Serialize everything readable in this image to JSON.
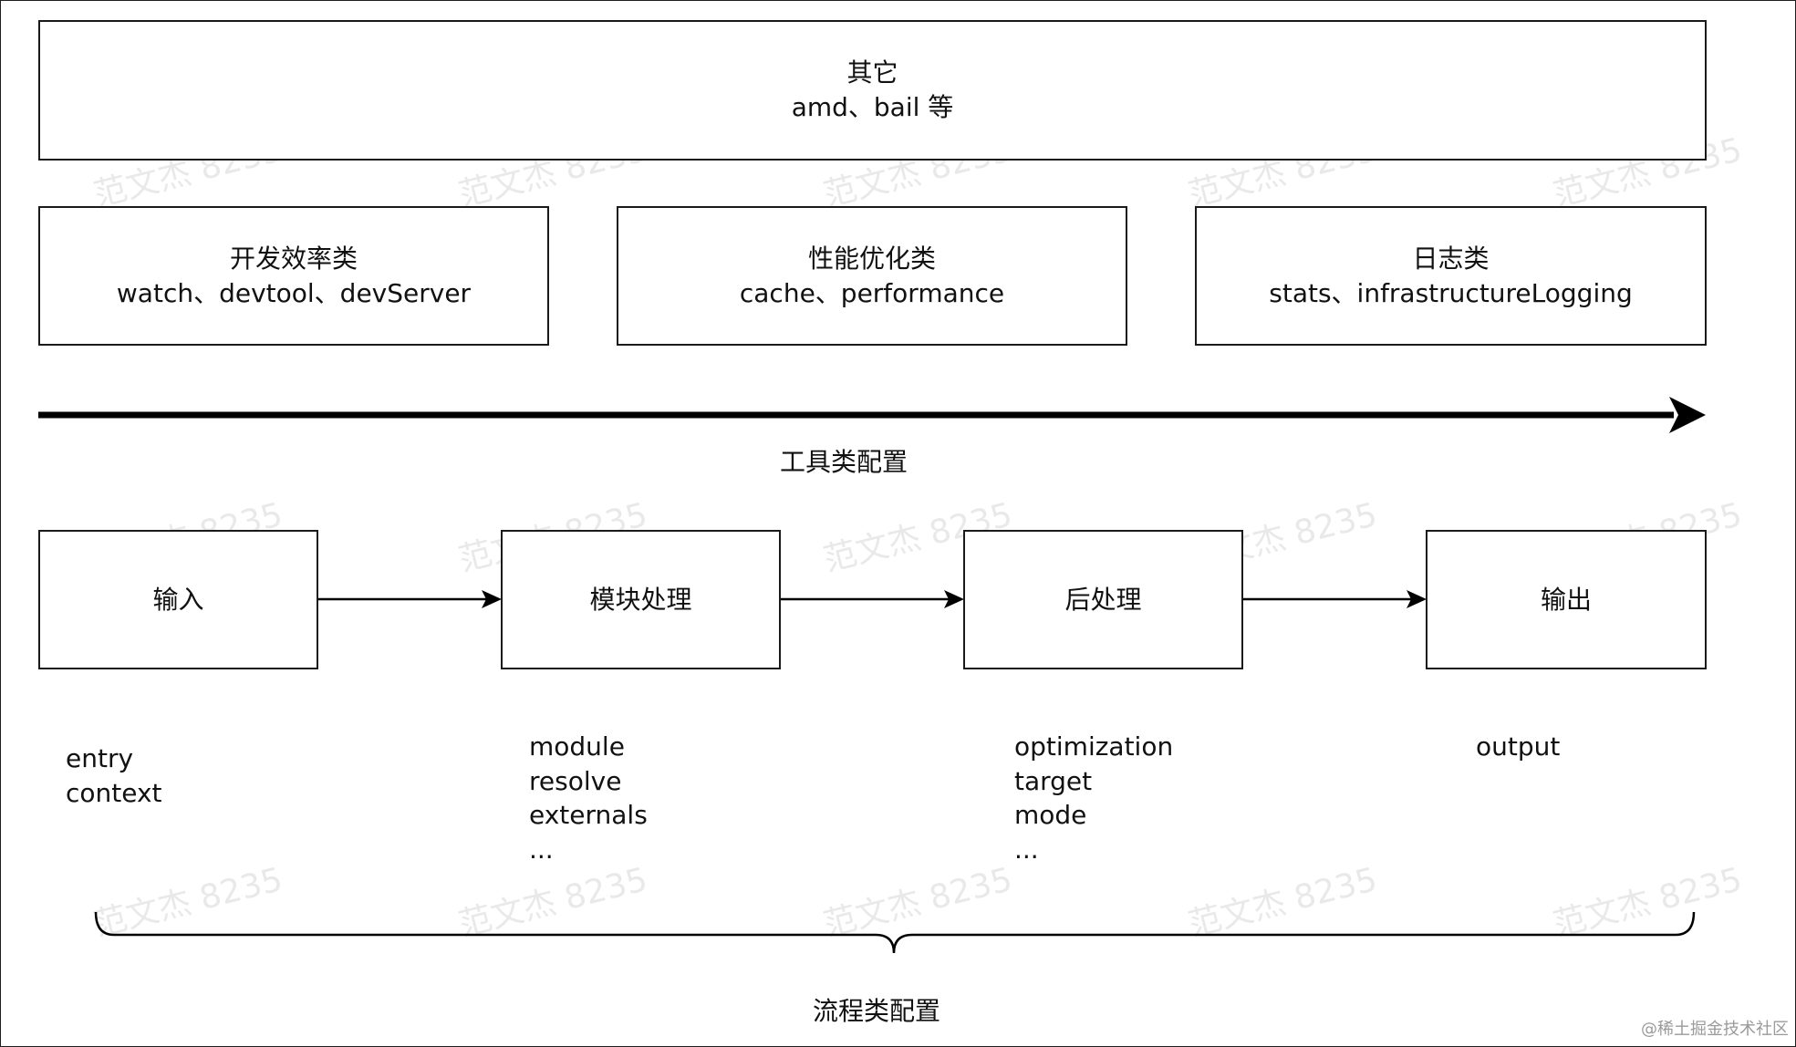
{
  "other_box": {
    "title": "其它",
    "sub": "amd、bail 等"
  },
  "tool_boxes": [
    {
      "title": "开发效率类",
      "sub": "watch、devtool、devServer"
    },
    {
      "title": "性能优化类",
      "sub": "cache、performance"
    },
    {
      "title": "日志类",
      "sub": "stats、infrastructureLogging"
    }
  ],
  "tool_caption": "工具类配置",
  "flow_boxes": [
    {
      "label": "输入"
    },
    {
      "label": "模块处理"
    },
    {
      "label": "后处理"
    },
    {
      "label": "输出"
    }
  ],
  "flow_configs": [
    [
      "entry",
      "context"
    ],
    [
      "module",
      "resolve",
      "externals",
      "..."
    ],
    [
      "optimization",
      "target",
      "mode",
      "..."
    ],
    [
      "output"
    ]
  ],
  "flow_caption": "流程类配置",
  "watermark_text": "范文杰 8235",
  "credit": "@稀土掘金技术社区"
}
